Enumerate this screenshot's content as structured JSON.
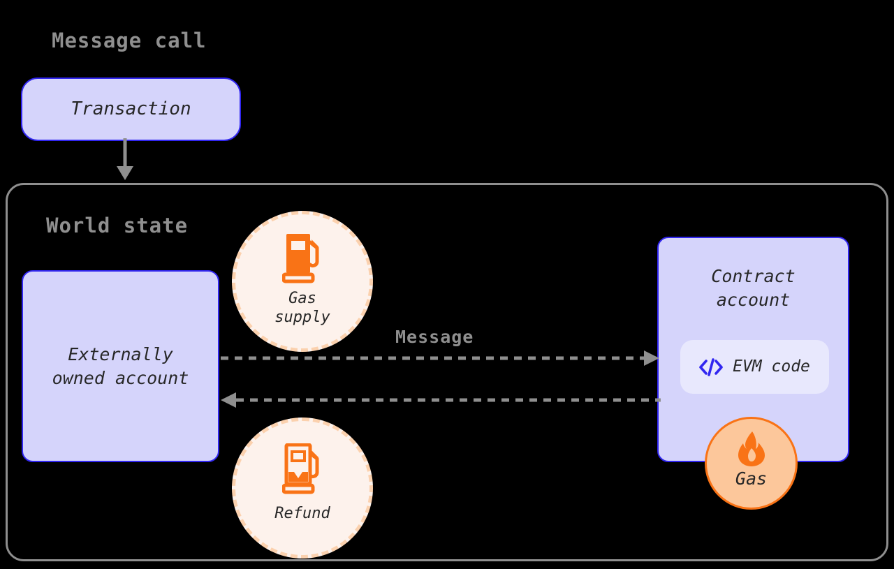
{
  "diagram": {
    "title": "Message call",
    "container_label": "World state",
    "transaction": {
      "label": "Transaction"
    },
    "eoa": {
      "label_line1": "Externally",
      "label_line2": "owned account"
    },
    "contract": {
      "label_line1": "Contract",
      "label_line2": "account",
      "code_chip_label": "EVM code",
      "code_chip_icon": "code-brackets-icon"
    },
    "gas_supply": {
      "label": "Gas\nsupply",
      "icon": "fuel-pump-full-icon"
    },
    "refund": {
      "label": "Refund",
      "icon": "fuel-pump-partial-icon"
    },
    "gas_flame": {
      "label": "Gas",
      "icon": "flame-icon"
    },
    "message_arrow_label": "Message",
    "arrows": {
      "transaction_to_world_state": "solid-down-arrow",
      "eoa_to_contract": "dashed-right-arrow",
      "contract_to_eoa": "dashed-left-arrow"
    },
    "colors": {
      "background": "#000000",
      "node_fill": "#d5d4fb",
      "node_border": "#3126f0",
      "chip_fill": "#e8e8fd",
      "label_gray": "#8f8f8f",
      "text_dark": "#272727",
      "orange": "#f97316",
      "badge_fill_cream": "#fdf2ec",
      "badge_dash_peach": "#fbd1ae",
      "flame_badge_fill": "#fcc79b",
      "arrow_gray": "#8f8f8f"
    }
  }
}
